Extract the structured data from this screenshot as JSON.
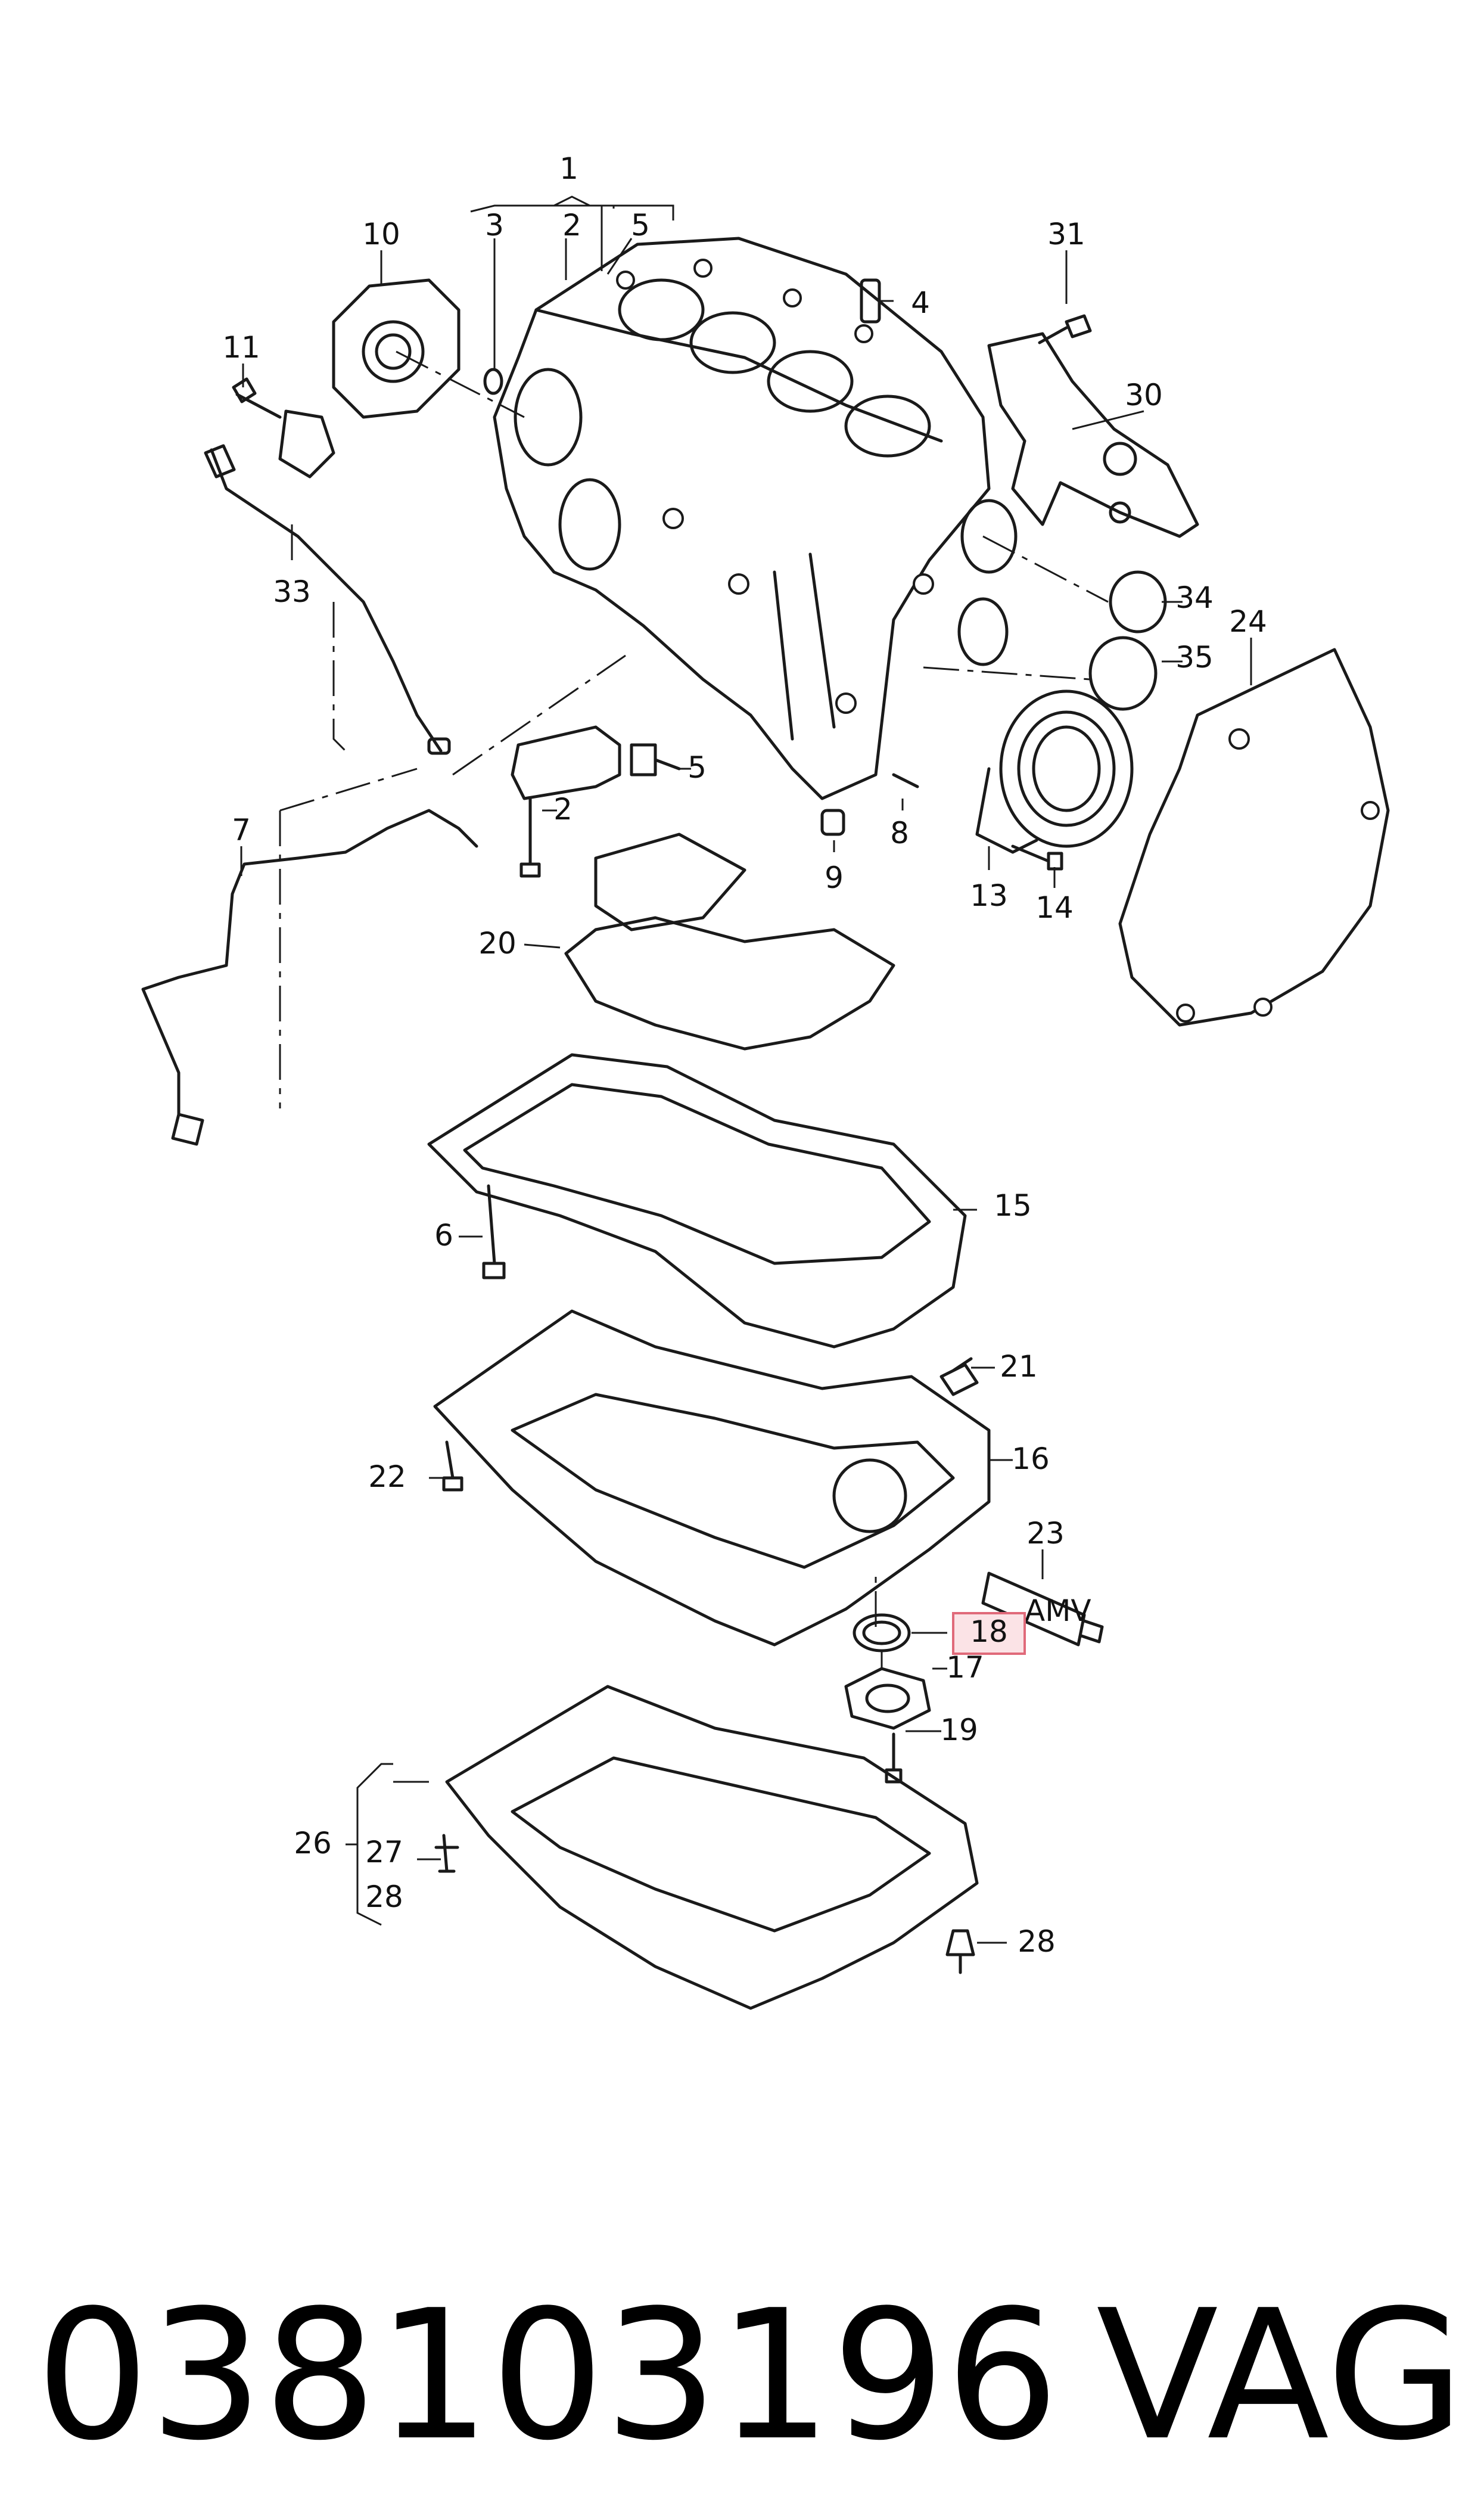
{
  "labels": [
    "1",
    "2",
    "3",
    "5",
    "4",
    "10",
    "11",
    "31",
    "30",
    "33",
    "34",
    "24",
    "35",
    "5",
    "2",
    "8",
    "9",
    "13",
    "14",
    "7",
    "20",
    "15",
    "6",
    "21",
    "16",
    "22",
    "23",
    "18",
    "17",
    "19",
    "26",
    "27",
    "28",
    "28"
  ],
  "highlighted_label_index": 27,
  "colors": {
    "highlight_fill": "#fbe3e6",
    "highlight_stroke": "#e06a7a",
    "line": "#1a1a1a"
  },
  "footer": {
    "part_number": "038103196",
    "brand": "VAG"
  }
}
